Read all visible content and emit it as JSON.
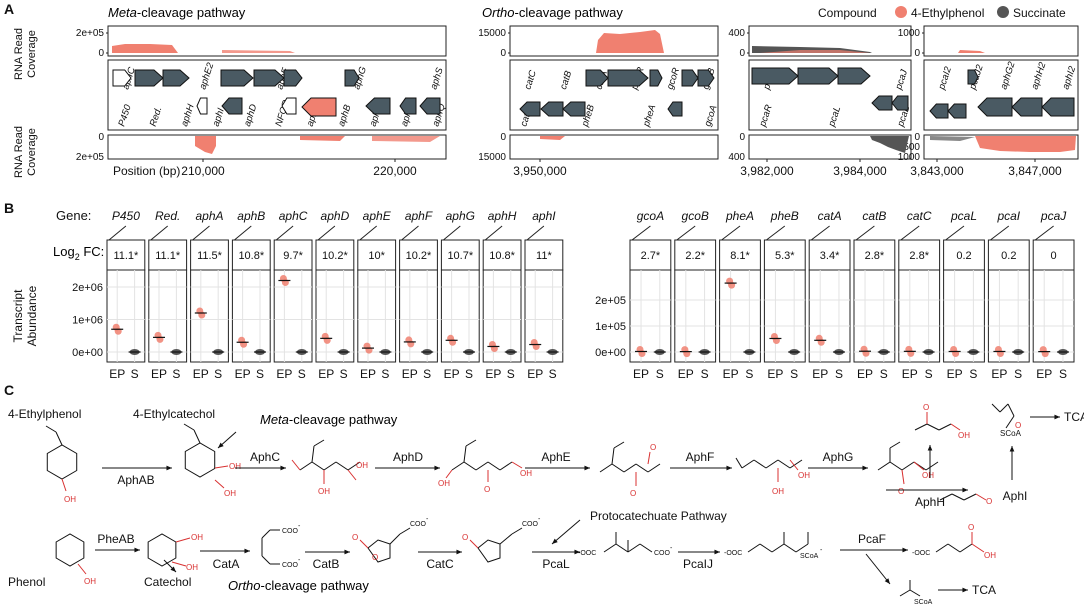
{
  "panels": {
    "A": {
      "letter": "A",
      "pathway_titles": [
        {
          "italic": "Meta",
          "rest": "-cleavage pathway"
        },
        {
          "italic": "Ortho",
          "rest": "-cleavage pathway"
        }
      ],
      "legend": {
        "title": "Compound",
        "items": [
          {
            "label": "4-Ethylphenol",
            "color": "#f08070"
          },
          {
            "label": "Succinate",
            "color": "#555555"
          }
        ]
      },
      "y_label_top": [
        "RNA Read",
        "Coverage"
      ],
      "y_label_bottom": [
        "RNA Read",
        "Coverage"
      ],
      "x_title": "Position (bp)",
      "tracks": [
        {
          "top_ticks": [
            "2e+05",
            "0"
          ],
          "bottom_ticks": [
            "0",
            "2e+05"
          ],
          "x_ticks": [
            "210,000",
            "220,000"
          ],
          "genes_top": [
            "aphC",
            "aphE2",
            "aphF",
            "aphG",
            "aphS"
          ],
          "genes_bottom": [
            "P450",
            "Red.",
            "aphH",
            "aphI",
            "aphD",
            "NFOR",
            "aphE",
            "aphB",
            "aphA",
            "aphR",
            "aphQ"
          ]
        },
        {
          "top_ticks": [
            "15000",
            "0"
          ],
          "bottom_ticks": [
            "0",
            "15000"
          ],
          "x_ticks": [
            "3,950,000"
          ],
          "genes_top": [
            "catC",
            "catB",
            "catA",
            "pheR",
            "gcoR",
            "gcoB"
          ],
          "genes_bottom": [
            "catR",
            "pheB",
            "pheA",
            "gcoA"
          ]
        },
        {
          "top_ticks": [
            "400",
            "0"
          ],
          "bottom_ticks": [
            "0",
            "400"
          ],
          "x_ticks": [
            "3,982,000",
            "3,984,000"
          ],
          "genes_top": [
            "pcaI",
            "pcaJ"
          ],
          "genes_bottom": [
            "pcaR",
            "pcaL",
            "pcaB"
          ]
        },
        {
          "top_ticks": [
            "1000",
            "0"
          ],
          "bottom_ticks": [
            "0",
            "500",
            "1000"
          ],
          "x_ticks": [
            "3,843,000",
            "3,847,000"
          ],
          "genes_top": [
            "pcaI2",
            "pcaJ2",
            "aphG2",
            "aphH2",
            "aphI2"
          ],
          "genes_bottom": []
        }
      ]
    },
    "B": {
      "letter": "B",
      "gene_label": "Gene:",
      "fc_label": "Log",
      "fc_sub": "2",
      "fc_after": " FC:",
      "y_label": [
        "Transcript",
        "Abundance"
      ],
      "y_ticks_left": [
        "2e+06",
        "1e+06",
        "0e+00"
      ],
      "y_ticks_right": [
        "2e+05",
        "1e+05",
        "0e+00"
      ],
      "x_cat": [
        "EP",
        "S"
      ],
      "left_genes": [
        {
          "gene": "P450",
          "fc": "11.1*",
          "ep": 700000
        },
        {
          "gene": "Red.",
          "fc": "11.1*",
          "ep": 450000
        },
        {
          "gene": "aphA",
          "fc": "11.5*",
          "ep": 1200000
        },
        {
          "gene": "aphB",
          "fc": "10.8*",
          "ep": 300000
        },
        {
          "gene": "aphC",
          "fc": "9.7*",
          "ep": 2200000
        },
        {
          "gene": "aphD",
          "fc": "10.2*",
          "ep": 420000
        },
        {
          "gene": "aphE",
          "fc": "10*",
          "ep": 120000
        },
        {
          "gene": "aphF",
          "fc": "10.2*",
          "ep": 310000
        },
        {
          "gene": "aphG",
          "fc": "10.7*",
          "ep": 360000
        },
        {
          "gene": "aphH",
          "fc": "10.8*",
          "ep": 170000
        },
        {
          "gene": "aphI",
          "fc": "11*",
          "ep": 230000
        }
      ],
      "right_genes": [
        {
          "gene": "gcoA",
          "fc": "2.7*",
          "ep": 2000
        },
        {
          "gene": "gcoB",
          "fc": "2.2*",
          "ep": 1500
        },
        {
          "gene": "pheA",
          "fc": "8.1*",
          "ep": 265000
        },
        {
          "gene": "pheB",
          "fc": "5.3*",
          "ep": 52000
        },
        {
          "gene": "catA",
          "fc": "3.4*",
          "ep": 45000
        },
        {
          "gene": "catB",
          "fc": "2.8*",
          "ep": 3000
        },
        {
          "gene": "catC",
          "fc": "2.8*",
          "ep": 2500
        },
        {
          "gene": "pcaL",
          "fc": "0.2",
          "ep": 2000
        },
        {
          "gene": "pcaI",
          "fc": "0.2",
          "ep": 2000
        },
        {
          "gene": "pcaJ",
          "fc": "0",
          "ep": 1500
        }
      ]
    },
    "C": {
      "letter": "C",
      "compounds": [
        "4-Ethylphenol",
        "4-Ethylcatechol",
        "Phenol",
        "Catechol"
      ],
      "pathway_meta": {
        "italic": "Meta",
        "rest": "-cleavage pathway"
      },
      "pathway_ortho": {
        "italic": "Ortho",
        "rest": "-cleavage pathway"
      },
      "proto_label": "Protocatechuate Pathway",
      "enzymes_row1": [
        "AphAB",
        "AphC",
        "AphD",
        "AphE",
        "AphF",
        "AphG",
        "AphH",
        "AphI"
      ],
      "enzymes_row2": [
        "PheAB",
        "CatA",
        "CatB",
        "CatC",
        "PcaL",
        "PcaIJ",
        "PcaF"
      ],
      "tca": "TCA",
      "ion_labels": {
        "coo": "COO",
        "scoa": "SCoA",
        "ooc": "OOC",
        "oh": "OH",
        "o": "O",
        "charge": "-"
      }
    }
  },
  "colors": {
    "ep": "#f08070",
    "s": "#555555",
    "gene": "#4a5a63",
    "highlight": "#f08070",
    "grid": "#e3e3e3"
  }
}
